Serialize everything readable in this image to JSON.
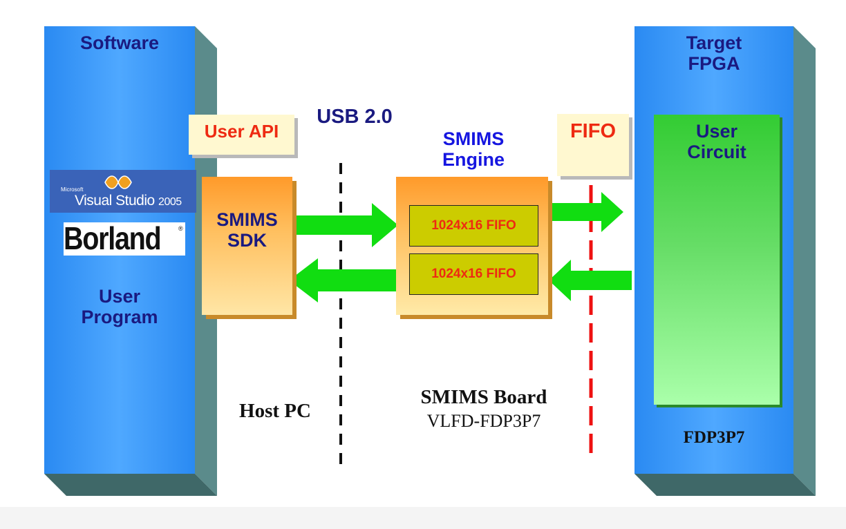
{
  "software_panel": {
    "title": "Software",
    "logos": {
      "visual_studio": "Visual Studio",
      "visual_studio_vendor": "Microsoft",
      "visual_studio_year": "2005",
      "borland": "Borland"
    },
    "user_program": "User\nProgram",
    "host_label": "Host PC"
  },
  "user_api_label": "User API",
  "sdk_box": {
    "label": "SMIMS\nSDK"
  },
  "usb_label": "USB 2.0",
  "engine": {
    "title": "SMIMS\nEngine",
    "fifos": [
      "1024x16 FIFO",
      "1024x16 FIFO"
    ]
  },
  "fifo_label": "FIFO",
  "board": {
    "title": "SMIMS Board",
    "model": "VLFD-FDP3P7"
  },
  "target_panel": {
    "title": "Target\nFPGA",
    "circuit": "User\nCircuit",
    "device": "FDP3P7"
  },
  "colors": {
    "panel_blue": "#2f8ff5",
    "panel_side": "#5b8b8b",
    "arrow_green": "#11dd11",
    "usb_divider": "#111111",
    "fifo_divider": "#ee1111"
  }
}
